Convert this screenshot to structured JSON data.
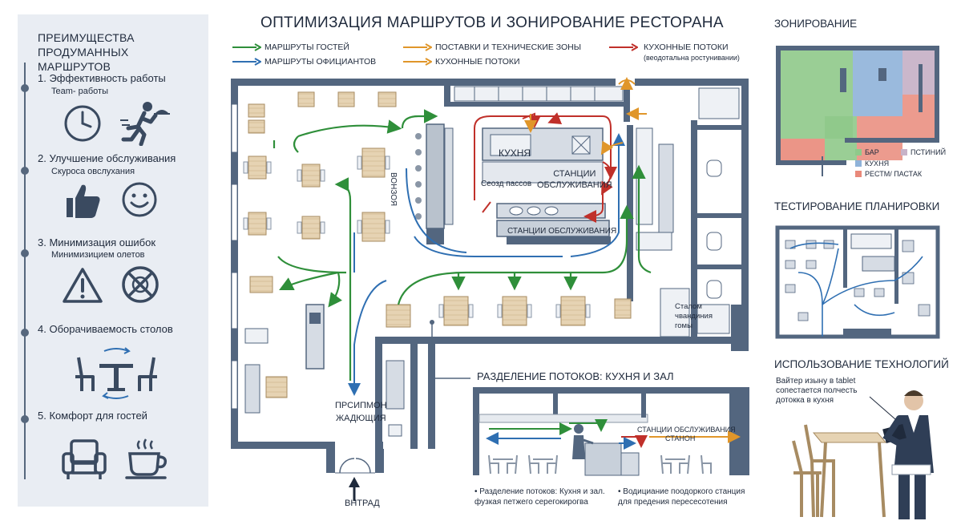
{
  "title": "ОПТИМИЗАЦИЯ МАРШРУТОВ И ЗОНИРОВАНИЕ РЕСТОРАНА",
  "colors": {
    "guest_route": "#2f8f3a",
    "waiter_route": "#2f6fb2",
    "supply_route": "#e0962a",
    "kitchen_route": "#c0302a",
    "wall": "#53667f",
    "panel_bg": "#e9edf3",
    "zone_bar": "#8fc98a",
    "zone_kitchen": "#8fb3d9",
    "zone_guest": "#c8b3c8",
    "zone_restroom": "#e9897a"
  },
  "legend": {
    "guest_routes": "МАРШРУТЫ ГОСТЕЙ",
    "waiter_routes": "МАРШРУТЫ ОФИЦИАНТОВ",
    "supply_zones": "ПОСТАВКИ И ТЕХНИЧЕСКИЕ ЗОНЫ",
    "kitchen_flows_1": "КУХОННЫЕ ПОТОКИ",
    "kitchen_flows_2": "КУХОННЫЕ ПОТОКИ",
    "kitchen_flows_note": "(веодотальна ростунивании)"
  },
  "left_panel": {
    "title": "ПРЕИМУЩЕСТВА ПРОДУМАННЫХ МАРШРУТОВ",
    "benefits": [
      {
        "title": "1. Эффективность работы",
        "subtitle": "Team- работы",
        "icons": [
          "clock-icon",
          "running-waiter-icon"
        ]
      },
      {
        "title": "2. Улучшение обслуживания",
        "subtitle": "Скуроса овслухания",
        "icons": [
          "thumbs-up-icon",
          "smile-icon"
        ]
      },
      {
        "title": "3. Минимизация ошибок",
        "subtitle": "Минимизицием олетов",
        "icons": [
          "warning-icon",
          "no-collision-icon"
        ]
      },
      {
        "title": "4. Оборачиваемость столов",
        "subtitle": "",
        "icons": [
          "table-turnover-icon"
        ]
      },
      {
        "title": "5. Комфорт для гостей",
        "subtitle": "",
        "icons": [
          "armchair-icon",
          "coffee-cup-icon"
        ]
      }
    ]
  },
  "plan": {
    "kitchen": "КУХНЯ",
    "service_stations": "СТАНЦИИ\nОБСЛУЖИВАНИЯ",
    "pass_zone": "Сеозд пассов",
    "service_stations_bar": "СТАНЦИИ ОБСЛУЖИВАНИЯ",
    "bar_vertical": "ВОНЗОЯ",
    "host": "ПРСИПМОН\nЖАДЮЩИЯ",
    "entrance": "ВНТРАД",
    "stalom": "Сталом\nчвандиния\nгомы"
  },
  "separation": {
    "title": "РАЗДЕЛЕНИЕ ПОТОКОВ: КУХНЯ И ЗАЛ",
    "station_label_1": "СТАНЦИИ ОБСЛУЖИВАНИЯ",
    "station_label_2": "СТАНОН",
    "caption_left_1": "• Разделение потоков: Кухня и зал.",
    "caption_left_2": "  фузкая петжего серегокирогва",
    "caption_right_1": "• Водициание поодоркого станция",
    "caption_right_2": "  для предения пересесотения"
  },
  "zoning": {
    "title": "ЗОНИРОВАНИЕ",
    "legend": {
      "bar": "БАР",
      "kitchen": "КУХНЯ",
      "guest": "ПСТИНИЙ",
      "restroom": "РЕСТМ/ ПАСТАК"
    }
  },
  "testing": {
    "title": "ТЕСТИРОВАНИЕ ПЛАНИРОВКИ"
  },
  "tech": {
    "title": "ИСПОЛЬЗОВАНИЕ ТЕХНОЛОГИЙ",
    "caption_1": "Вайтер изыну в tablet",
    "caption_2": "сопестается полчесть",
    "caption_3": "дотокка в кухня"
  }
}
